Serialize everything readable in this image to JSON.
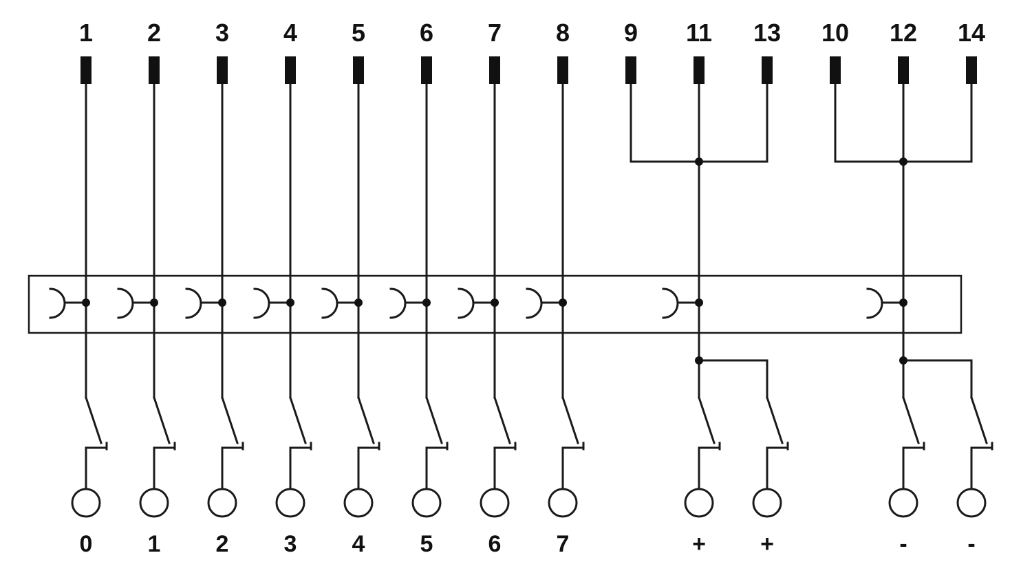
{
  "top_pins": [
    "1",
    "2",
    "3",
    "4",
    "5",
    "6",
    "7",
    "8",
    "9",
    "11",
    "13",
    "10",
    "12",
    "14"
  ],
  "bottom_terminals": [
    "0",
    "1",
    "2",
    "3",
    "4",
    "5",
    "6",
    "7",
    "+",
    "+",
    "-",
    "-"
  ],
  "colors": {
    "line": "#1a1a1a",
    "background": "#ffffff"
  }
}
